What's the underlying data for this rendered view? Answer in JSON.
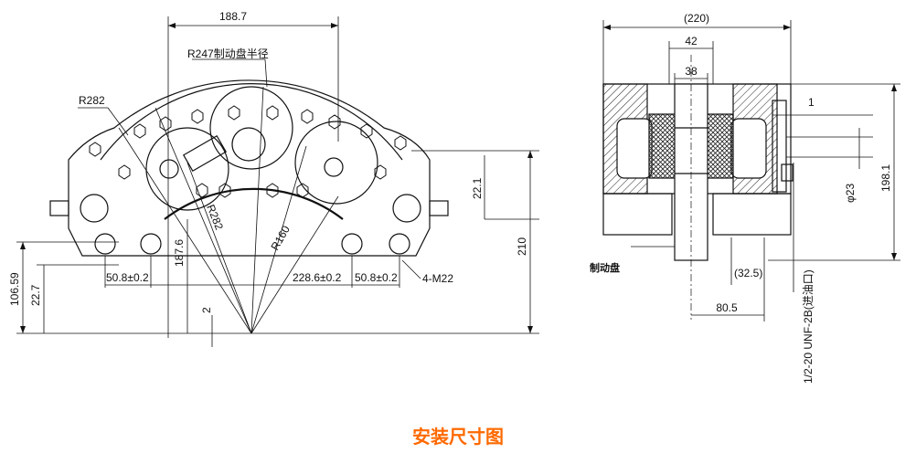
{
  "caption": "安装尺寸图",
  "left_view": {
    "dims": {
      "top_width": "188.7",
      "brake_radius": "R247制动盘半径",
      "r282_outer": "R282",
      "r282_inner": "R282",
      "r160": "R160",
      "h187_6": "187.6",
      "h221": "22.1",
      "h210": "210",
      "h106_59": "106.59",
      "h22_7": "22.7",
      "w50_8_left": "50.8±0.2",
      "w228_6": "228.6±0.2",
      "w50_8_right": "50.8±0.2",
      "holes": "4-M22",
      "v2": "2"
    }
  },
  "right_view": {
    "dims": {
      "width_220": "(220)",
      "w42": "42",
      "w38": "38",
      "w1": "1",
      "phi23": "φ23",
      "h198_1": "198.1",
      "w32_5": "(32.5)",
      "w80_5": "80.5",
      "port": "1/2-20 UNF-2B(进油口)",
      "disc": "制动盘"
    }
  }
}
